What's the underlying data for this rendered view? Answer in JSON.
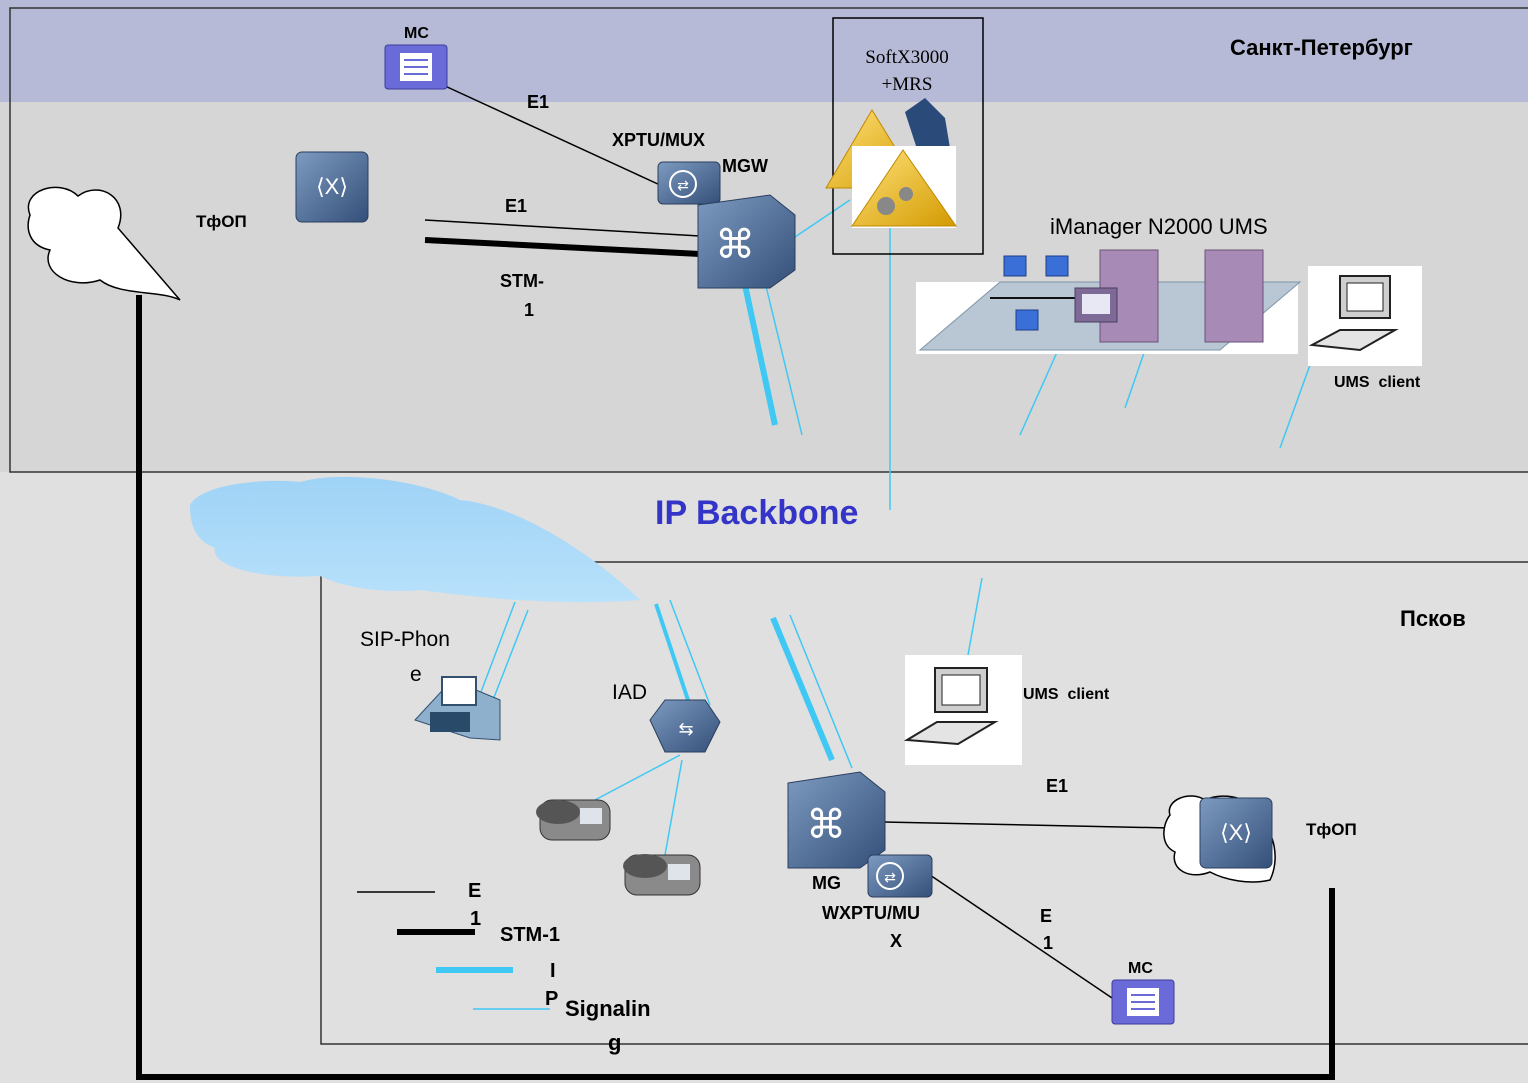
{
  "spb": {
    "region": "Санкт-Петербург",
    "mc": "MC",
    "e1_top": "E1",
    "xptu_mux": "XPTU/MUX",
    "mgw": "MGW",
    "tfop": "ТфОП",
    "e1_mid": "E1",
    "stm_a": "STM-",
    "stm_b": "1",
    "softx_a": "SoftX3000",
    "softx_b": "+MRS",
    "imanager": "iManager N2000 UMS",
    "ums_client": "UMS  client"
  },
  "backbone": "IP Backbone",
  "pskov": {
    "region": "Псков",
    "sip_a": "SIP-Phon",
    "sip_b": "e",
    "iad": "IAD",
    "ums_client": "UMS  client",
    "e1_right": "E1",
    "tfop": "ТфОП",
    "mg": "MG",
    "wxptu_a": "WXPTU/MU",
    "wxptu_b": "X",
    "e1_diag_a": "E",
    "e1_diag_b": "1",
    "mc": "MC"
  },
  "legend": {
    "e1_a": "E",
    "e1_b": "1",
    "stm": "STM-1",
    "ip_a": "I",
    "ip_b": "P",
    "sig_a": "Signalin",
    "sig_b": "g"
  },
  "colors": {
    "band": "#b7bad6",
    "panel": "#dadada",
    "cable_ip": "#3fc8f4",
    "backbone_text": "#3434c8",
    "device": "#4c6c94"
  }
}
